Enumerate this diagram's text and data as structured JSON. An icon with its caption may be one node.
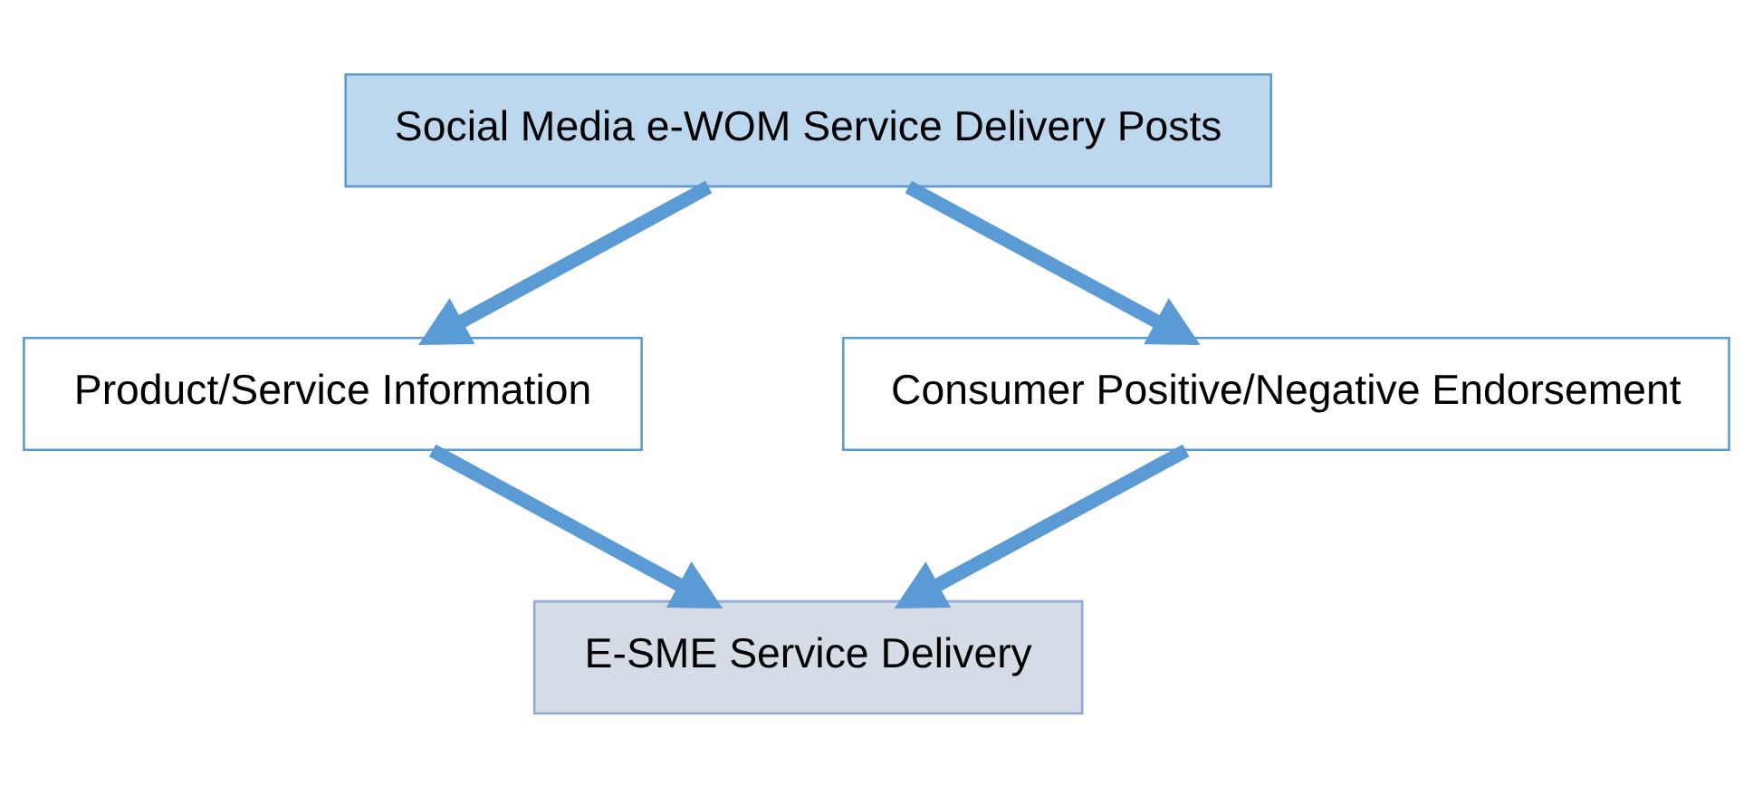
{
  "diagram": {
    "nodes": [
      {
        "text": [
          "Social Media e-WOM Service Delivery Posts"
        ]
      },
      {
        "text": [
          "Product/Service Information"
        ]
      },
      {
        "text": [
          "Consumer Positive/Negative Endorsement"
        ]
      },
      {
        "text": [
          "E-SME Service Delivery"
        ]
      }
    ],
    "edges": [
      {
        "from": 0,
        "to": 1,
        "arrow": "to"
      },
      {
        "from": 0,
        "to": 2,
        "arrow": "to"
      },
      {
        "from": 1,
        "to": 3,
        "arrow": "to"
      },
      {
        "from": 2,
        "to": 3,
        "arrow": "to"
      }
    ]
  }
}
